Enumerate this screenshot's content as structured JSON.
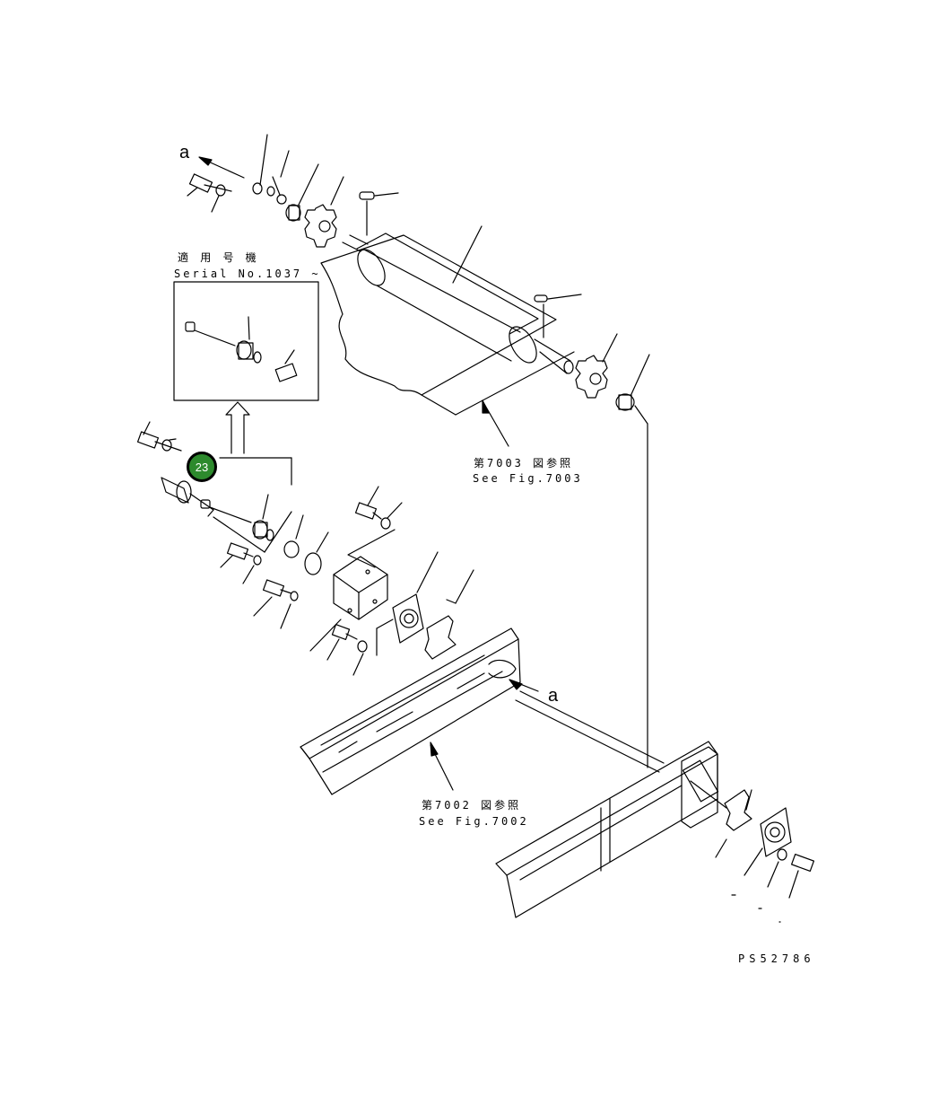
{
  "labels": {
    "arrow_a_top": "a",
    "arrow_a_bottom": "a",
    "serial_jp": "適 用 号 機",
    "serial_no": "Serial No.1037 ~",
    "ref1_jp": "第7003 図参照",
    "ref1_en": "See Fig.7003",
    "ref2_jp": "第7002 図参照",
    "ref2_en": "See Fig.7002",
    "code": "PS52786"
  },
  "callout": {
    "number": "23",
    "color": "#2d8a2d"
  }
}
